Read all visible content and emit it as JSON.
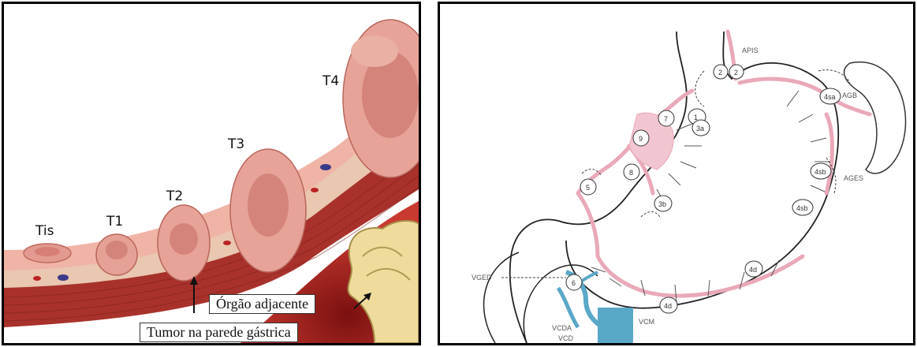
{
  "left_panel": {
    "stages": [
      "Tis",
      "T1",
      "T2",
      "T3",
      "T4"
    ],
    "callouts": {
      "adjacent_organ": "Órgão adjacente",
      "tumor_wall": "Tumor na parede gástrica"
    },
    "colors": {
      "tumor": "#e8a49a",
      "wall": "#c0504d",
      "muscle": "#9b2a22",
      "organ": "#e8d8a0"
    }
  },
  "right_panel": {
    "artery_labels": [
      "APIS",
      "AGB",
      "AGES"
    ],
    "vein_labels": [
      "VGED",
      "VCDA",
      "VCD",
      "VCM"
    ],
    "node_stations": [
      "1",
      "2",
      "2",
      "3a",
      "3b",
      "4sa",
      "4sb",
      "4sb",
      "4d",
      "4d",
      "5",
      "6",
      "7",
      "8",
      "9"
    ],
    "colors": {
      "artery": "#e9a9b8",
      "vein": "#5aa8c8",
      "outline": "#222222"
    }
  }
}
